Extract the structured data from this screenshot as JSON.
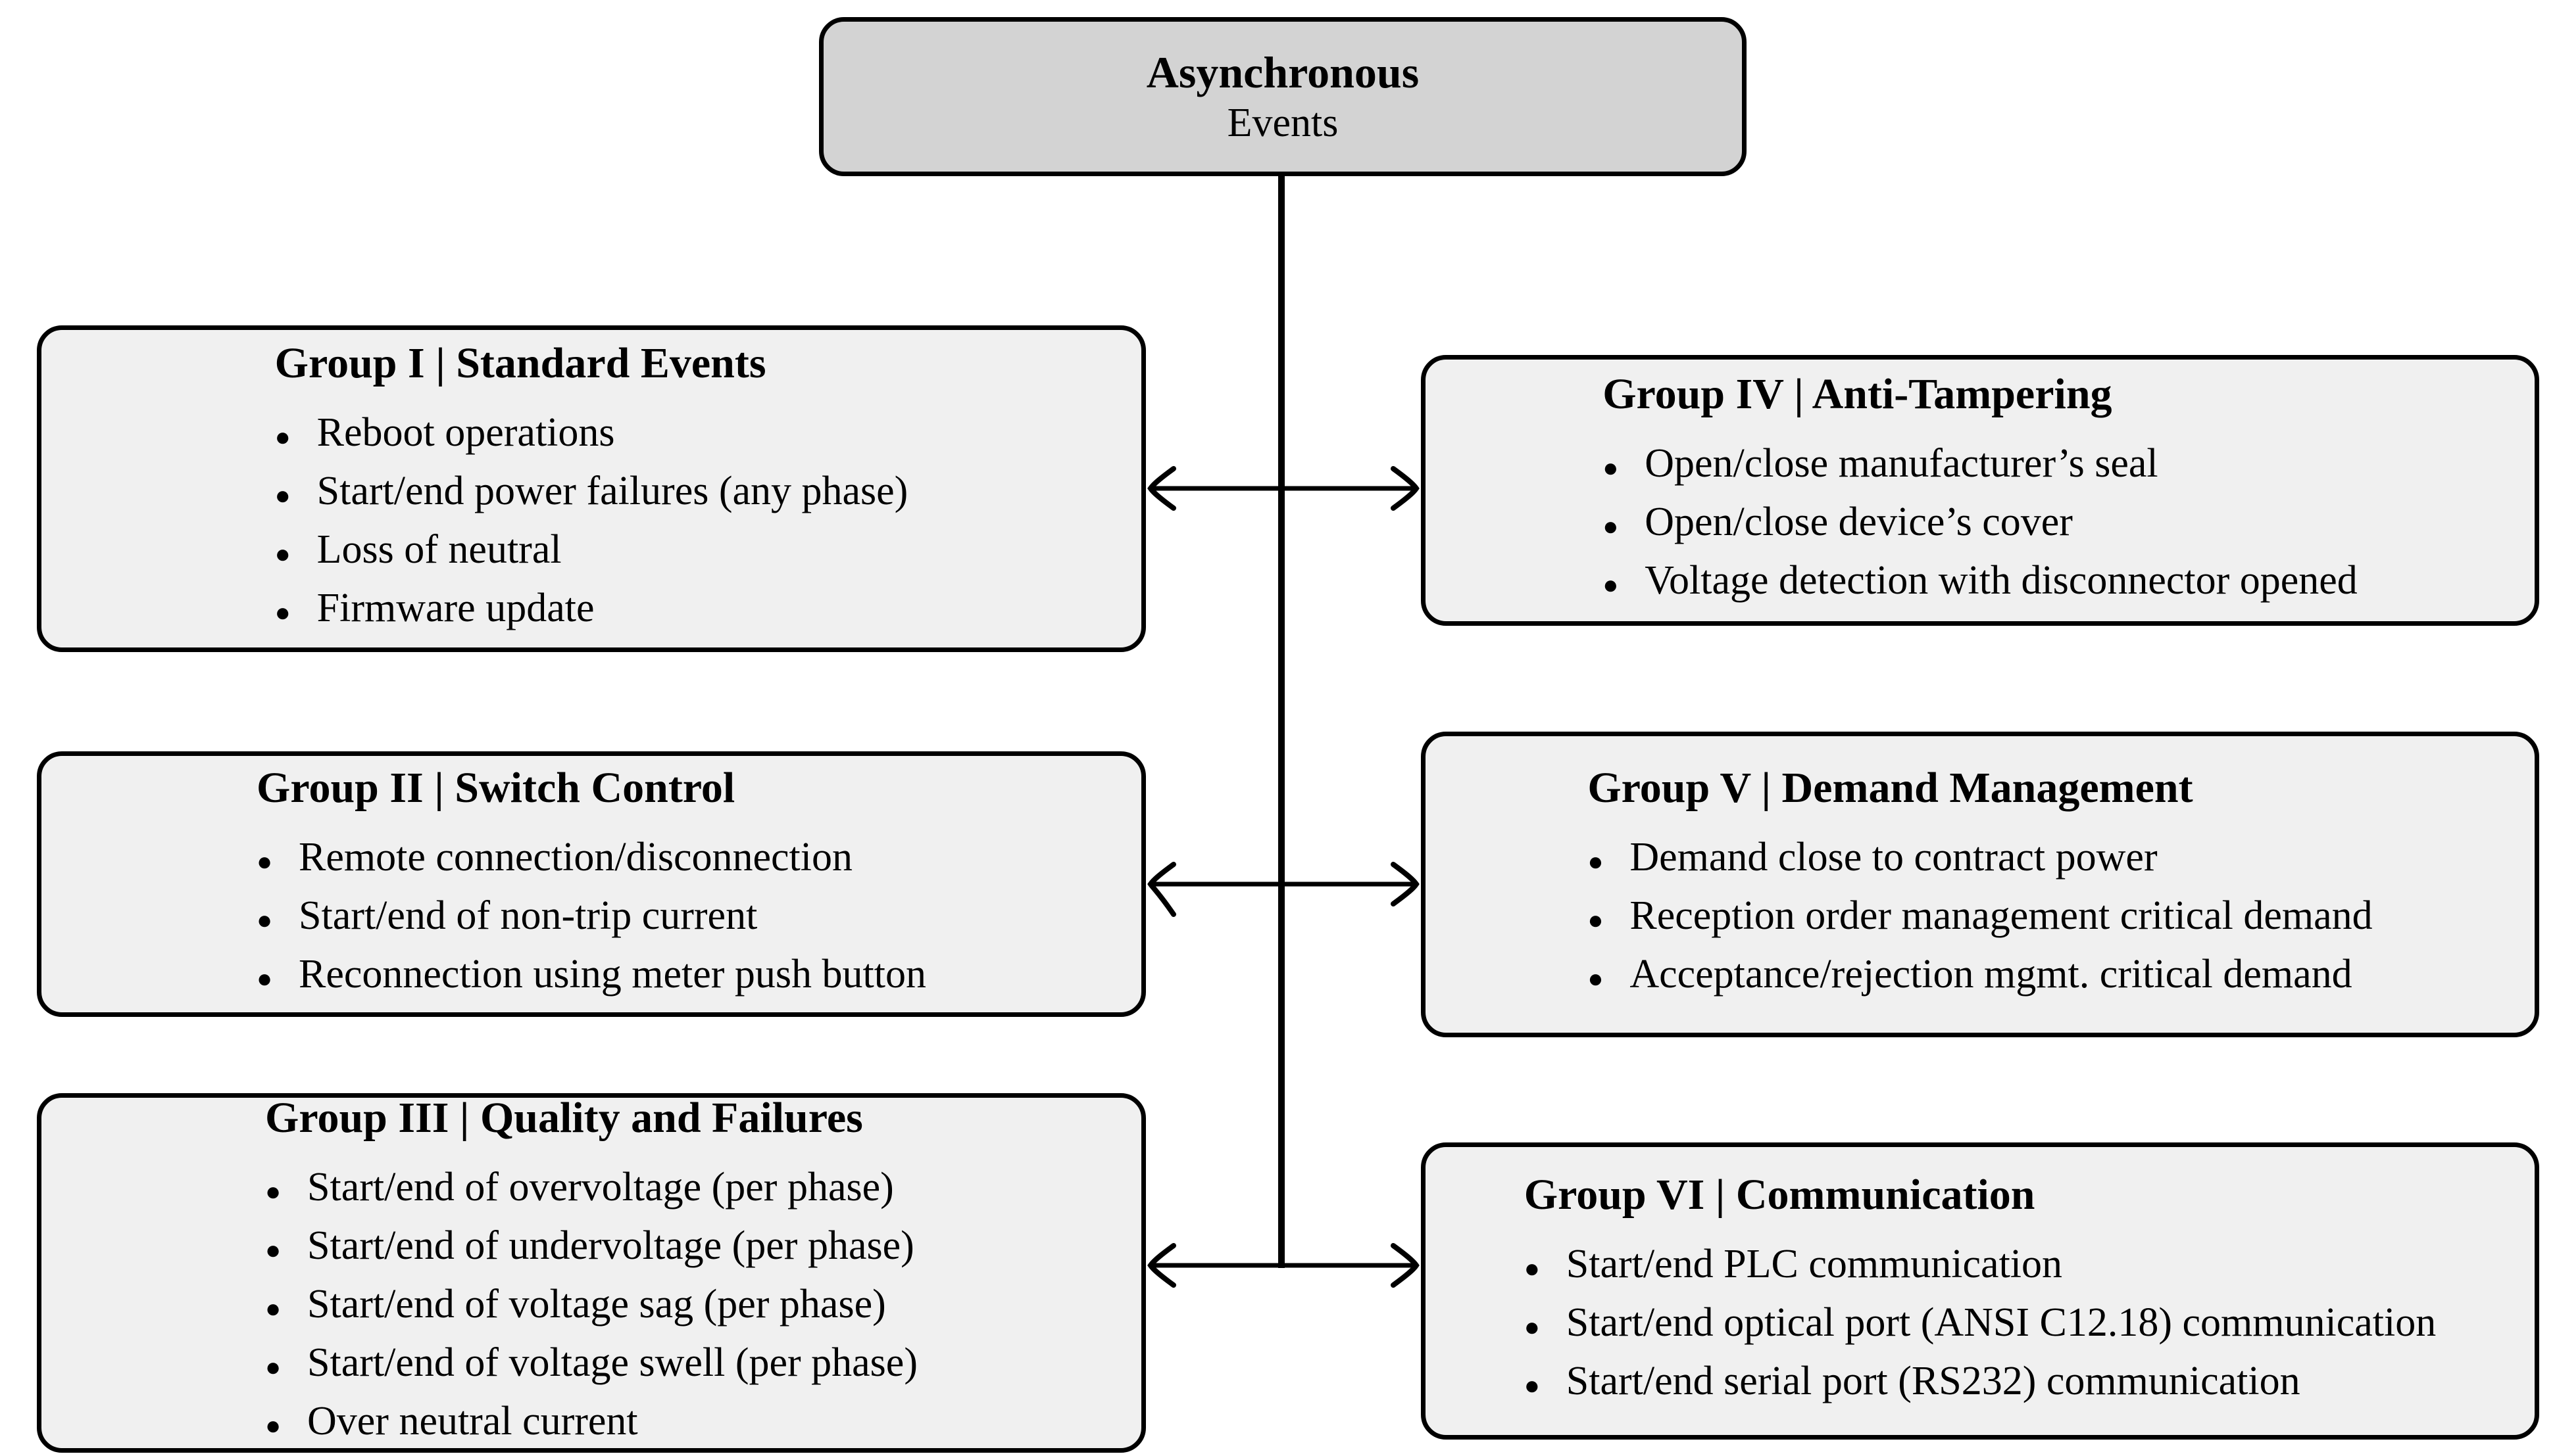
{
  "diagram": {
    "bullet_glyph": "●",
    "root": {
      "line1": "Asynchronous",
      "line2": "Events"
    },
    "groups": [
      {
        "title": "Group I | Standard Events",
        "items": [
          "Reboot operations",
          "Start/end power failures (any phase)",
          "Loss of neutral",
          "Firmware update"
        ]
      },
      {
        "title": "Group II | Switch Control",
        "items": [
          "Remote connection/disconnection",
          "Start/end of non-trip current",
          "Reconnection using meter push button"
        ]
      },
      {
        "title": "Group III | Quality and Failures",
        "items": [
          "Start/end of overvoltage (per phase)",
          "Start/end of undervoltage (per phase)",
          "Start/end of voltage sag (per phase)",
          "Start/end of voltage swell (per phase)",
          "Over neutral current"
        ]
      },
      {
        "title": "Group IV | Anti-Tampering",
        "items": [
          "Open/close manufacturer’s seal",
          "Open/close device’s cover",
          "Voltage detection with disconnector opened"
        ]
      },
      {
        "title": "Group V | Demand Management",
        "items": [
          "Demand close to contract power",
          "Reception order management critical demand",
          "Acceptance/rejection mgmt. critical demand"
        ]
      },
      {
        "title": "Group VI | Communication",
        "items": [
          "Start/end PLC communication",
          "Start/end optical port (ANSI C12.18) communication",
          "Start/end serial port (RS232) communication"
        ]
      }
    ],
    "colors": {
      "background": "#ffffff",
      "root_fill": "#d3d3d3",
      "group_fill": "#f0f0f0",
      "border": "#000000",
      "line": "#000000"
    }
  }
}
